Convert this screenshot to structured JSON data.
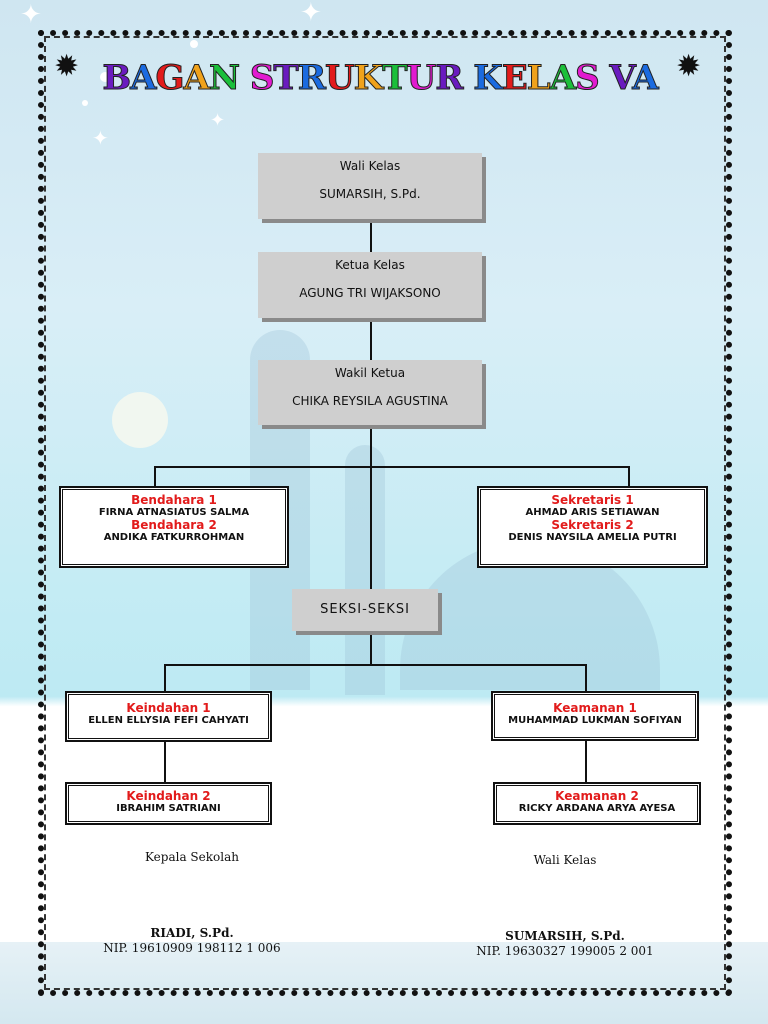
{
  "title": "BAGAN STRUKTUR KELAS VA",
  "title_colors": [
    "#6a1bbf",
    "#1b6be0",
    "#e21b1b",
    "#f0a21b",
    "#1bbf3a",
    "#e21bd0"
  ],
  "wali_kelas": {
    "role": "Wali Kelas",
    "name": "SUMARSIH, S.Pd."
  },
  "ketua_kelas": {
    "role": "Ketua Kelas",
    "name": "AGUNG TRI WIJAKSONO"
  },
  "wakil_ketua": {
    "role": "Wakil Ketua",
    "name": "CHIKA REYSILA AGUSTINA"
  },
  "bendahara": {
    "role1": "Bendahara 1",
    "name1": "FIRNA ATNASIATUS SALMA",
    "role2": "Bendahara 2",
    "name2": "ANDIKA FATKURROHMAN"
  },
  "sekretaris": {
    "role1": "Sekretaris 1",
    "name1": "AHMAD ARIS SETIAWAN",
    "role2": "Sekretaris 2",
    "name2": "DENIS NAYSILA AMELIA PUTRI"
  },
  "seksi": "SEKSI-SEKSI",
  "keindahan1": {
    "role": "Keindahan 1",
    "name": "ELLEN ELLYSIA FEFI CAHYATI"
  },
  "keindahan2": {
    "role": "Keindahan 2",
    "name": "IBRAHIM SATRIANI"
  },
  "keamanan1": {
    "role": "Keamanan 1",
    "name": "MUHAMMAD LUKMAN SOFIYAN"
  },
  "keamanan2": {
    "role": "Keamanan 2",
    "name": "RICKY ARDANA ARYA AYESA"
  },
  "signature_left": {
    "title": "Kepala Sekolah",
    "name": "RIADI, S.Pd.",
    "nip": "NIP. 19610909 198112 1 006"
  },
  "signature_right": {
    "title": "Wali Kelas",
    "name": "SUMARSIH, S.Pd.",
    "nip": "NIP. 19630327 199005 2 001"
  },
  "colors": {
    "role_red": "#e21b1b",
    "box_gray": "#cfcfcf"
  }
}
